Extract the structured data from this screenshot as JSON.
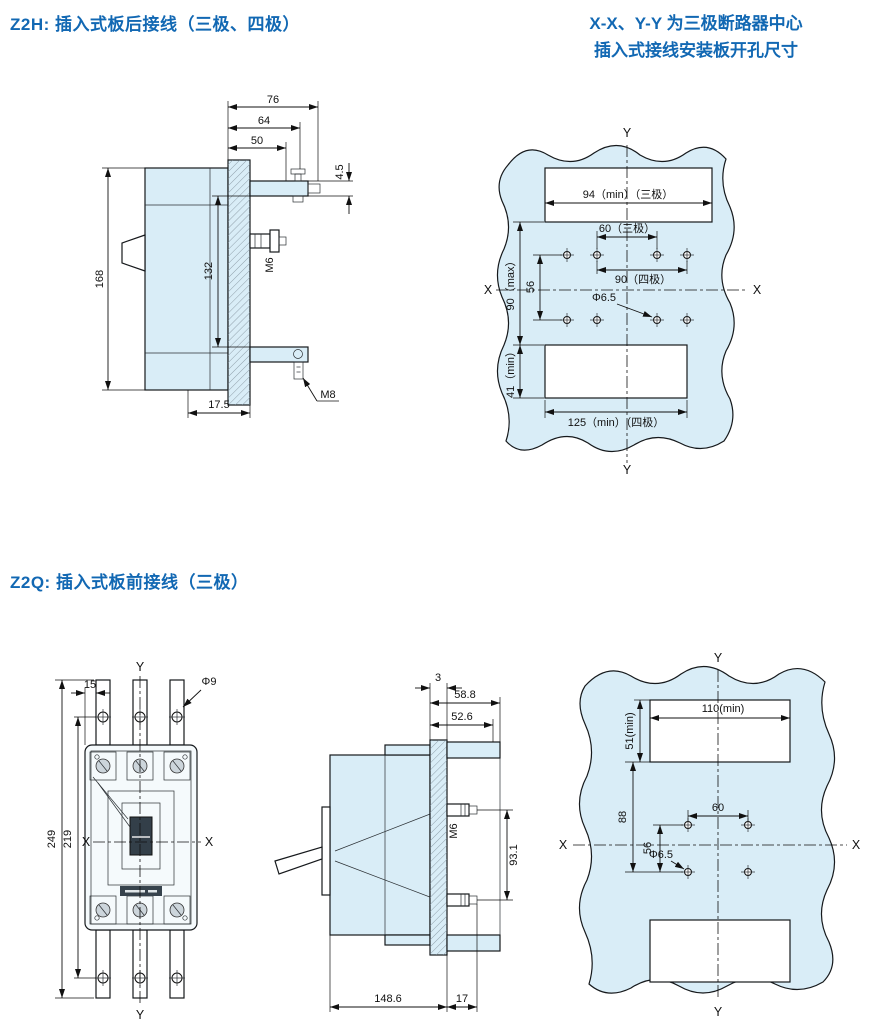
{
  "colors": {
    "accent": "#1268b3",
    "drawing_fill": "#d9edf7",
    "line": "#16191c"
  },
  "z2h": {
    "title": "Z2H: 插入式板后接线（三极、四极）",
    "note_line1": "X-X、Y-Y 为三极断路器中心",
    "note_line2": "插入式接线安装板开孔尺寸",
    "side_view": {
      "dim_top_outer": "76",
      "dim_top_mid": "64",
      "dim_top_inner": "50",
      "dim_bracket_thickness": "4.5",
      "dim_height_overall": "168",
      "dim_height_inner": "132",
      "label_stud_thread": "M6",
      "dim_bottom_offset": "17.5",
      "label_bolt_thread": "M8"
    },
    "plate_view": {
      "axis_y": "Y",
      "axis_x": "X",
      "dim_top_cutout": "94（min）（三极）",
      "dim_hole_span_3p": "60（三极）",
      "dim_hole_span_4p": "90（四极）",
      "dim_web_max": "90（max）",
      "dim_row_spacing": "56",
      "label_hole_dia": "Φ6.5",
      "dim_bottom_cutout_h": "41（min）",
      "dim_bottom_cutout_w": "125（min）（四极）"
    }
  },
  "z2q": {
    "title": "Z2Q: 插入式板前接线（三极）",
    "front_view": {
      "dim_edge_to_strip": "15",
      "axis_y": "Y",
      "label_hole_dia": "Φ9",
      "dim_height_overall": "249",
      "dim_height_inner": "219",
      "axis_x": "X"
    },
    "side_view": {
      "dim_gap": "3",
      "dim_depth_outer": "58.8",
      "dim_depth_inner": "52.6",
      "label_stud_thread": "M6",
      "dim_stud_span": "93.1",
      "dim_depth_overall": "148.6",
      "dim_stud_protrusion": "17"
    },
    "plate_view": {
      "axis_y": "Y",
      "axis_x": "X",
      "dim_cutout_w": "110(min)",
      "dim_cutout_h": "51(min)",
      "dim_hole_span": "60",
      "dim_a": "88",
      "dim_row_spacing": "56",
      "label_hole_dia": "Φ6.5"
    }
  }
}
